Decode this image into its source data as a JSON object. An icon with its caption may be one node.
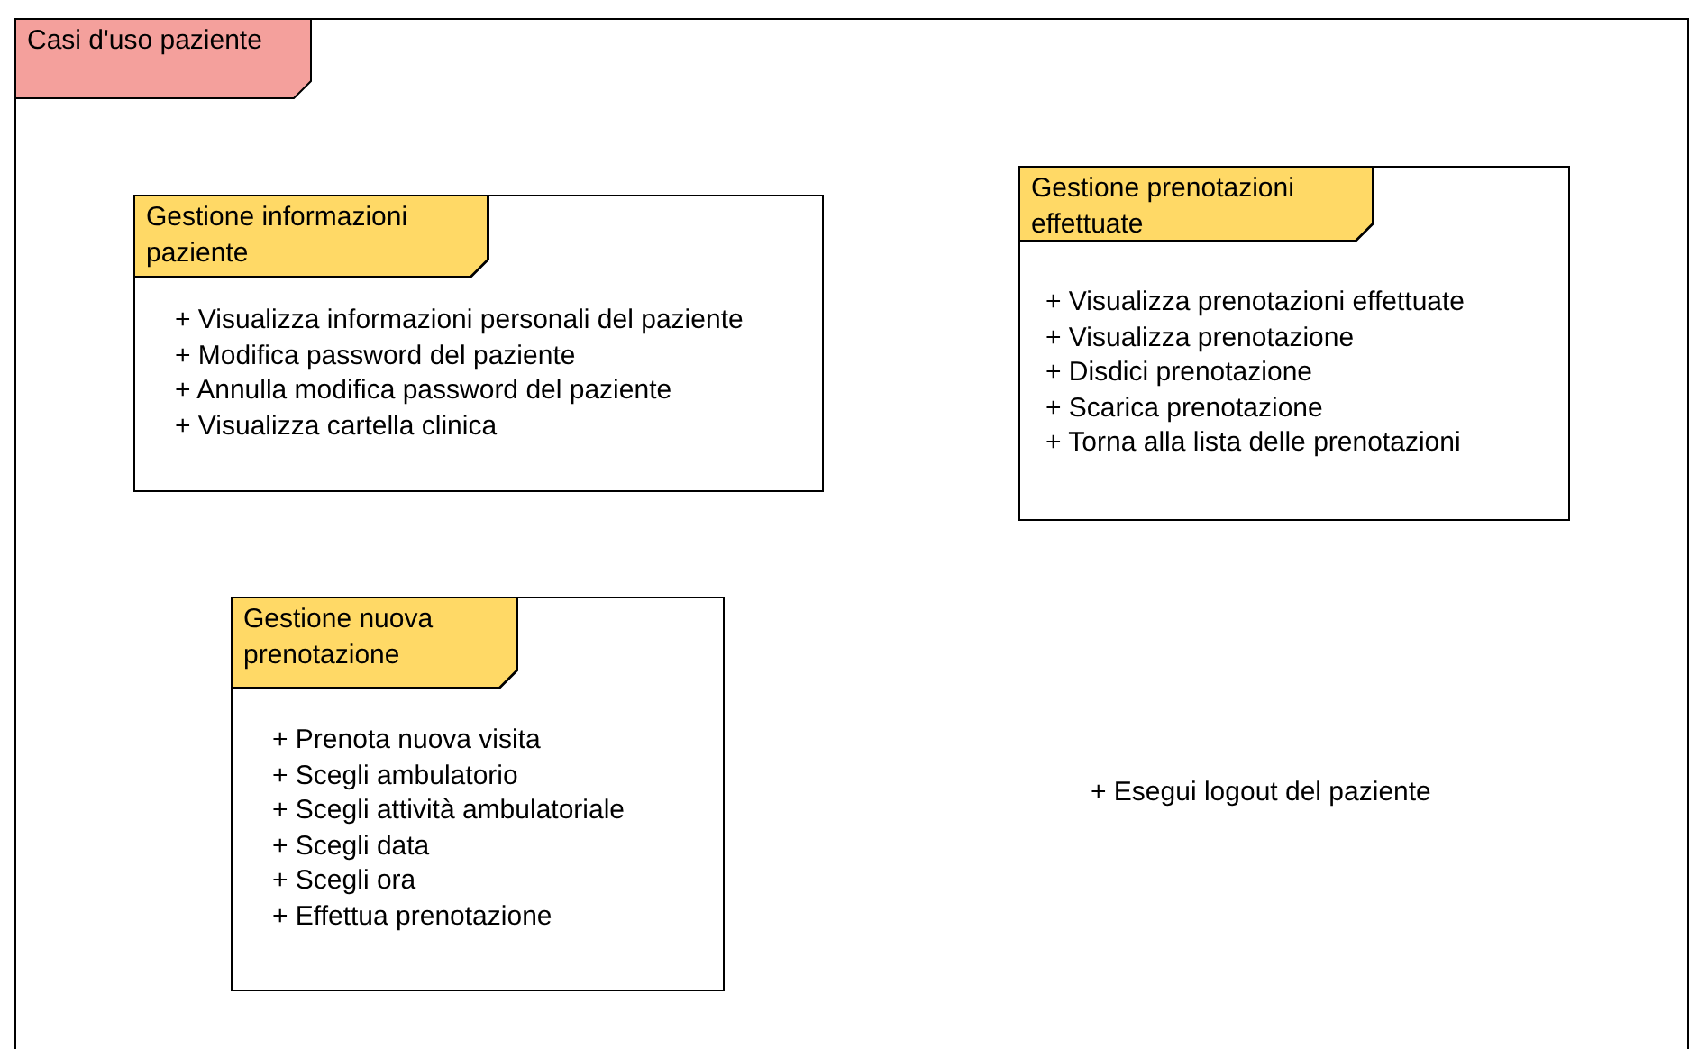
{
  "diagram": {
    "nodes": [
      {
        "text": [
          "Casi d'uso paziente"
        ]
      },
      {
        "text": [
          "Gestione informazioni paziente",
          "+ Visualizza informazioni personali del paziente",
          "+ Modifica password del paziente",
          "+ Annulla modifica password del paziente",
          "+ Visualizza cartella clinica"
        ],
        "in": 0
      },
      {
        "text": [
          "Gestione prenotazioni effettuate",
          "+ Visualizza prenotazioni effettuate",
          "+ Visualizza prenotazione",
          "+ Disdici prenotazione",
          "+ Scarica prenotazione",
          "+ Torna alla lista delle prenotazioni"
        ],
        "in": 0
      },
      {
        "text": [
          "Gestione nuova prenotazione",
          "+ Prenota nuova visita",
          "+ Scegli ambulatorio",
          "+ Scegli attività ambulatoriale",
          "+ Scegli data",
          "+ Scegli ora",
          "+ Effettua prenotazione"
        ],
        "in": 0
      }
    ],
    "edges": [],
    "labels": [
      "+ Esegui logout del paziente"
    ]
  }
}
